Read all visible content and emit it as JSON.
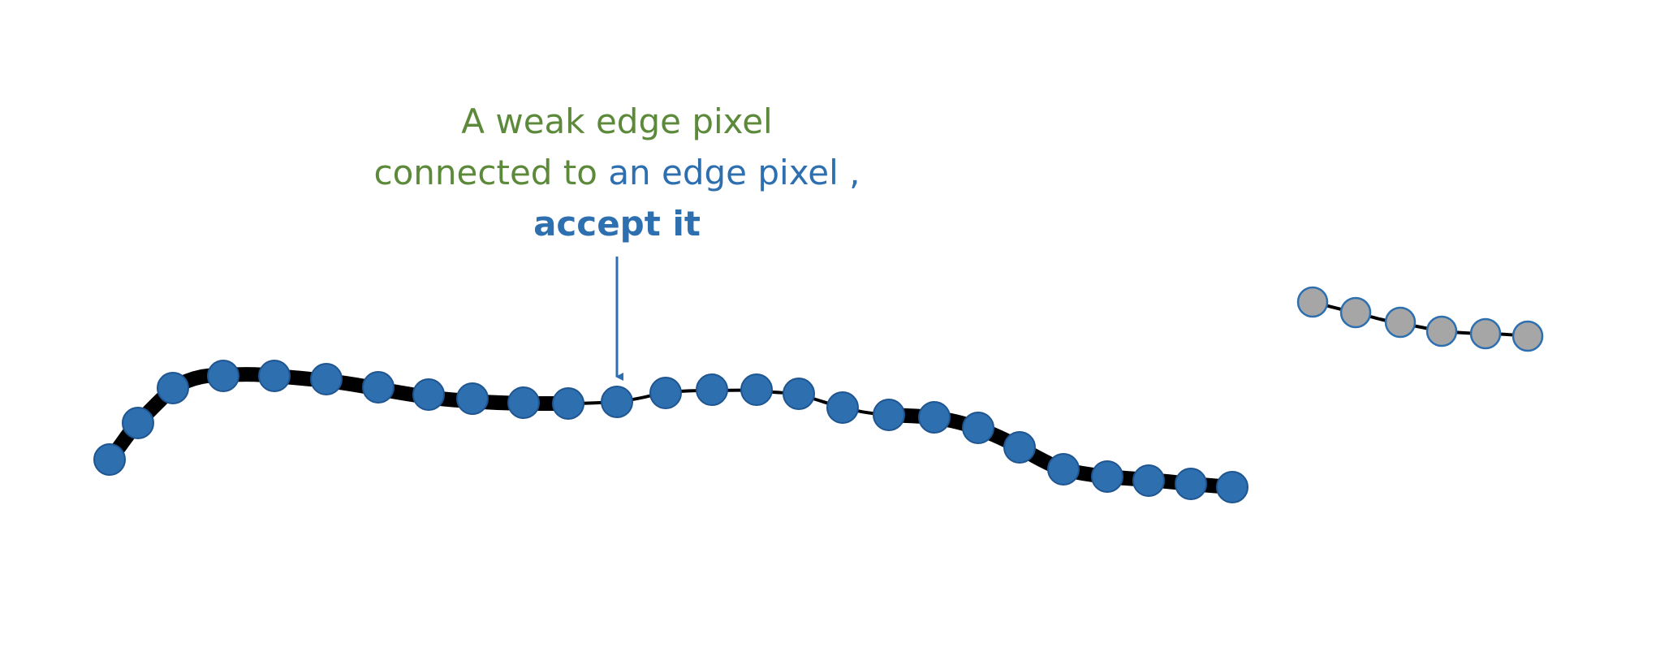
{
  "annotation": {
    "line1": "A weak edge pixel",
    "line2_part1": "connected to ",
    "line2_part2": "an edge pixel ,",
    "line3": "accept it"
  },
  "colors": {
    "weak_text": "#5c8a3a",
    "edge_text": "#2e6faf",
    "edge_node_fill": "#2e6faf",
    "edge_node_stroke": "#1f5590",
    "isolated_node_fill": "#a6a6a6",
    "isolated_node_stroke": "#2e6faf",
    "edge_line": "#000000",
    "arrow": "#2e6faf"
  }
}
